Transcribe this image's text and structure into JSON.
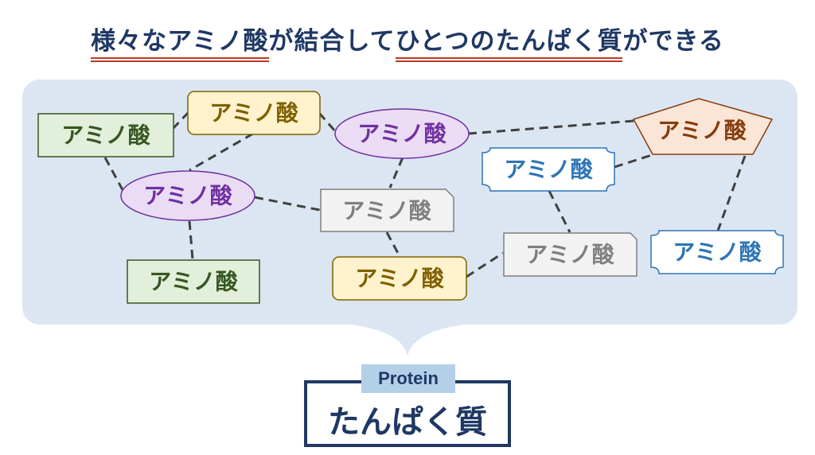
{
  "title": {
    "part1": "様々なアミノ酸",
    "part2": "が結合して",
    "part3": "ひとつのたんぱく質",
    "part4": "ができる"
  },
  "node_label": "アミノ酸",
  "protein": {
    "tag": "Protein",
    "name": "たんぱく質"
  },
  "colors": {
    "green": "#375623",
    "green_fill": "#e2efda",
    "yellow": "#7f6000",
    "yellow_fill": "#fff2cc",
    "purple": "#7030a0",
    "purple_fill": "#eadcf4",
    "gray": "#7f7f7f",
    "gray_fill": "#f2f2f2",
    "blue": "#2e75b6",
    "blue_fill": "#ffffff",
    "brown": "#843c0c",
    "brown_fill": "#fbe5d6",
    "navy": "#1f3864",
    "underline": "#c0392b"
  }
}
